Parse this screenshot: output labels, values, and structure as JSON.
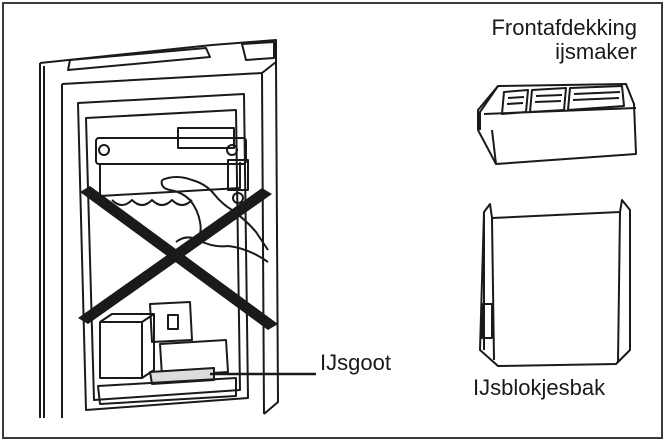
{
  "labels": {
    "front_cover_line1": "Frontafdekking",
    "front_cover_line2": "ijsmaker",
    "ice_chute": "IJsgoot",
    "ice_bin": "IJsblokjesbak"
  }
}
